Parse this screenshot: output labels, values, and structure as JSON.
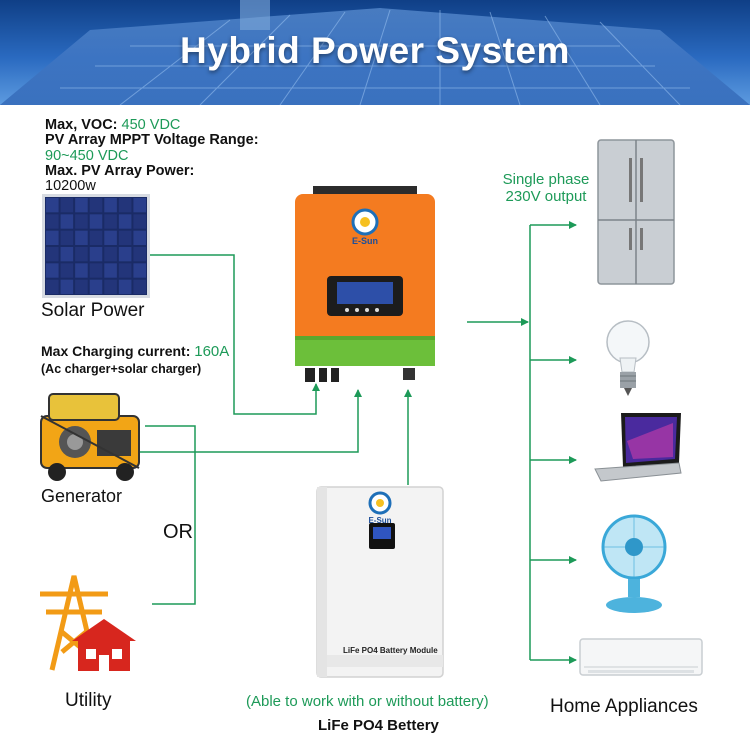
{
  "header": {
    "title": "Hybrid Power System"
  },
  "solar": {
    "voc_label": "Max, VOC:",
    "voc_value": "450 VDC",
    "mppt_label": "PV Array MPPT Voltage Range:",
    "mppt_value": "90~450 VDC",
    "power_label": "Max. PV Array Power:",
    "power_value": "10200w",
    "name": "Solar Power"
  },
  "charging": {
    "label": "Max Charging current:",
    "value": "160A",
    "note": "(Ac charger+solar charger)"
  },
  "generator": {
    "name": "Generator"
  },
  "or_label": "OR",
  "utility": {
    "name": "Utility"
  },
  "inverter": {
    "brand": "E-Sun"
  },
  "battery": {
    "brand": "E-Sun",
    "module_label": "LiFe PO4 Battery Module",
    "note": "(Able to work with or without battery)",
    "name": "LiFe PO4 Bettery"
  },
  "output": {
    "line1": "Single phase",
    "line2": "230V output"
  },
  "appliances": {
    "name": "Home Appliances"
  },
  "colors": {
    "wire": "#1d9a58",
    "inverter_orange": "#f47b20",
    "inverter_green": "#6cbf3a",
    "banner": "#2a6ac0"
  },
  "icons": [
    "solar-panel-icon",
    "generator-icon",
    "power-tower-icon",
    "house-icon",
    "inverter-icon",
    "battery-icon",
    "fridge-icon",
    "light-bulb-icon",
    "laptop-icon",
    "fan-icon",
    "air-conditioner-icon"
  ]
}
